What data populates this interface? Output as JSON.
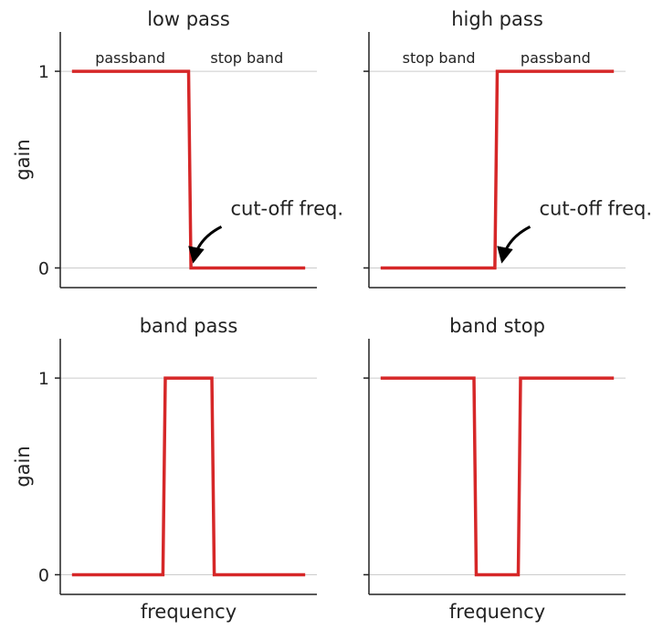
{
  "colors": {
    "trace": "#d62728",
    "grid": "#cccccc",
    "axis": "#222222",
    "arrow": "#000000"
  },
  "chart_data": [
    {
      "type": "line",
      "title": "low pass",
      "ylabel": "gain",
      "xlabel": "",
      "ylim": [
        -0.1,
        1.2
      ],
      "xlim": [
        -0.05,
        1.05
      ],
      "yticks": [
        0,
        1
      ],
      "show_y_tick_labels": true,
      "grid": "horizontal",
      "x": [
        0.0,
        0.5,
        0.51,
        1.0
      ],
      "y": [
        1,
        1,
        0,
        0
      ],
      "band_labels": [
        {
          "text": "passband",
          "x": 0.25,
          "y": 1.07
        },
        {
          "text": "stop band",
          "x": 0.75,
          "y": 1.07
        }
      ],
      "annotation": {
        "text": "cut-off freq.",
        "x": 0.51,
        "y": 0.02,
        "text_x": 0.68,
        "text_y": 0.27
      }
    },
    {
      "type": "line",
      "title": "high pass",
      "ylabel": "",
      "xlabel": "",
      "ylim": [
        -0.1,
        1.2
      ],
      "xlim": [
        -0.05,
        1.05
      ],
      "yticks": [
        0,
        1
      ],
      "show_y_tick_labels": false,
      "grid": "horizontal",
      "x": [
        0.0,
        0.49,
        0.5,
        1.0
      ],
      "y": [
        0,
        0,
        1,
        1
      ],
      "band_labels": [
        {
          "text": "stop band",
          "x": 0.25,
          "y": 1.07
        },
        {
          "text": "passband",
          "x": 0.75,
          "y": 1.07
        }
      ],
      "annotation": {
        "text": "cut-off freq.",
        "x": 0.51,
        "y": 0.02,
        "text_x": 0.68,
        "text_y": 0.27
      }
    },
    {
      "type": "line",
      "title": "band pass",
      "ylabel": "gain",
      "xlabel": "frequency",
      "ylim": [
        -0.1,
        1.2
      ],
      "xlim": [
        -0.05,
        1.05
      ],
      "yticks": [
        0,
        1
      ],
      "show_y_tick_labels": true,
      "grid": "horizontal",
      "x": [
        0.0,
        0.39,
        0.4,
        0.6,
        0.61,
        1.0
      ],
      "y": [
        0,
        0,
        1,
        1,
        0,
        0
      ],
      "band_labels": [],
      "annotation": null
    },
    {
      "type": "line",
      "title": "band stop",
      "ylabel": "",
      "xlabel": "frequency",
      "ylim": [
        -0.1,
        1.2
      ],
      "xlim": [
        -0.05,
        1.05
      ],
      "yticks": [
        0,
        1
      ],
      "show_y_tick_labels": false,
      "grid": "horizontal",
      "x": [
        0.0,
        0.4,
        0.41,
        0.59,
        0.6,
        1.0
      ],
      "y": [
        1,
        1,
        0,
        0,
        1,
        1
      ],
      "band_labels": [],
      "annotation": null
    }
  ]
}
